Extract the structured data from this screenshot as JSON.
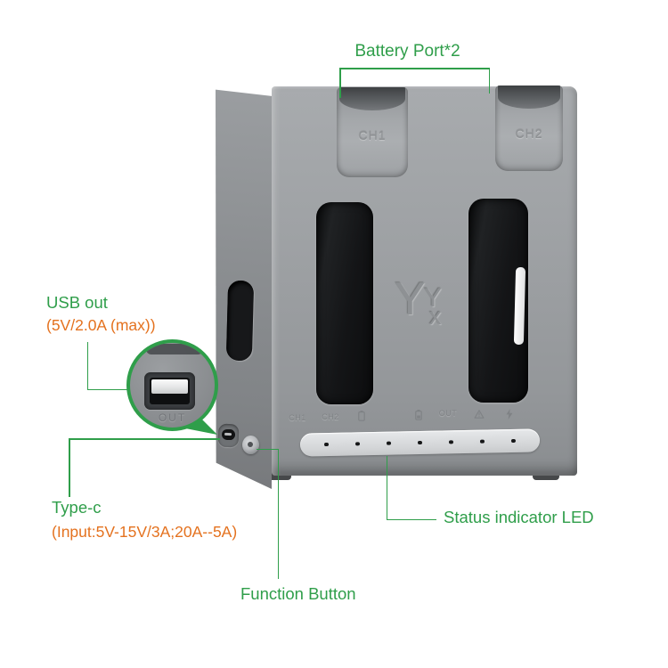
{
  "colors": {
    "accent_green": "#2f9e4a",
    "accent_orange": "#e4721f",
    "body_gray": "#9a9da0",
    "led_panel_light": "#d8dadc",
    "slot_dark": "#151618"
  },
  "annotations": {
    "battery_port": {
      "label": "Battery Port*2"
    },
    "usb_out": {
      "title": "USB out",
      "spec": "(5V/2.0A (max))"
    },
    "type_c": {
      "title": "Type-c",
      "spec": "(Input:5V-15V/3A;20A--5A)"
    },
    "function_button": {
      "label": "Function Button"
    },
    "status_led": {
      "label": "Status indicator LED"
    }
  },
  "device": {
    "top_ports": [
      {
        "label": "CH1"
      },
      {
        "label": "CH2"
      }
    ],
    "logo": {
      "large": "Y",
      "small": "Y",
      "sub": "x"
    },
    "indicator_labels": [
      {
        "type": "text",
        "value": "CH1"
      },
      {
        "type": "text",
        "value": "CH2"
      },
      {
        "type": "icon",
        "value": "battery-icon"
      },
      {
        "type": "icon",
        "value": "battery-icon"
      },
      {
        "type": "text",
        "value": "OUT"
      },
      {
        "type": "icon",
        "value": "warning-triangle-icon"
      },
      {
        "type": "icon",
        "value": "lightning-bolt-icon"
      }
    ],
    "led_count": 7,
    "usb_magnifier_label": "OUT"
  }
}
